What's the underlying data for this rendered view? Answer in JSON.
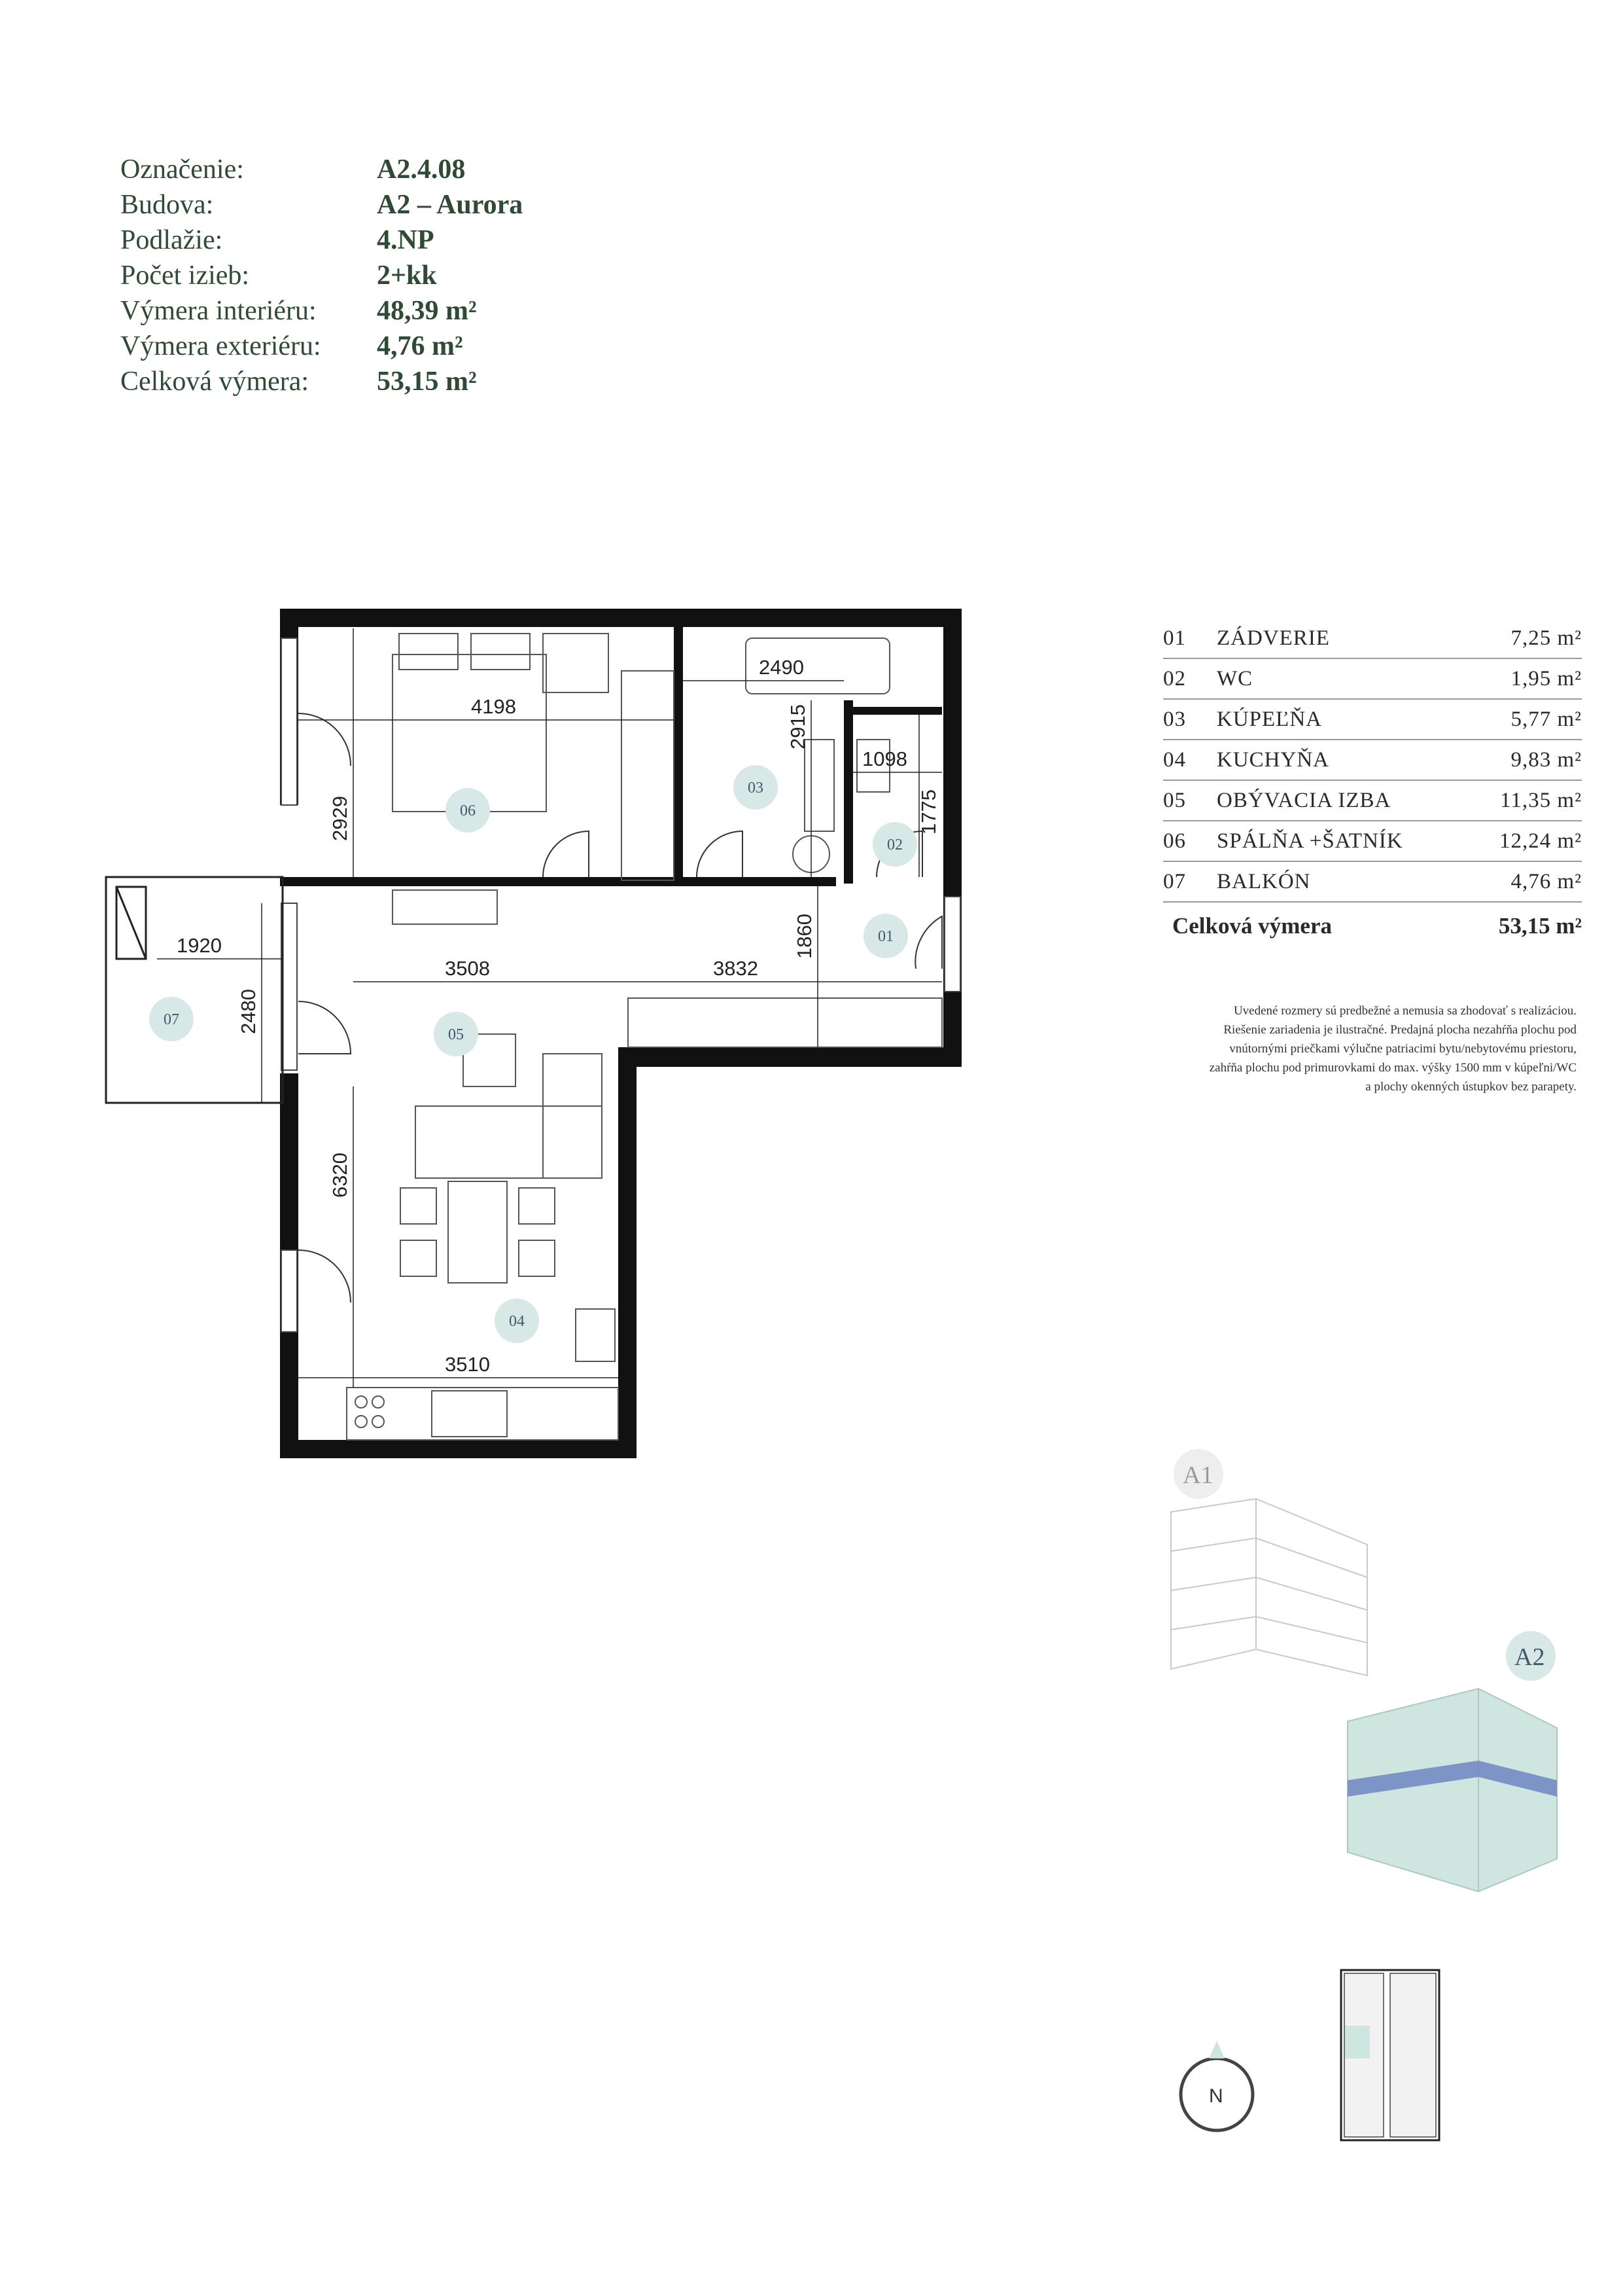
{
  "info": {
    "rows": [
      {
        "label": "Označenie:",
        "value": "A2.4.08"
      },
      {
        "label": "Budova:",
        "value": "A2 – Aurora"
      },
      {
        "label": "Podlažie:",
        "value": "4.NP"
      },
      {
        "label": "Počet izieb:",
        "value": "2+kk"
      },
      {
        "label": "Výmera interiéru:",
        "value": "48,39 m²"
      },
      {
        "label": "Výmera exteriéru:",
        "value": "4,76 m²"
      },
      {
        "label": "Celková výmera:",
        "value": "53,15 m²"
      }
    ]
  },
  "rooms": {
    "items": [
      {
        "num": "01",
        "name": "ZÁDVERIE",
        "area": "7,25 m²"
      },
      {
        "num": "02",
        "name": "WC",
        "area": "1,95 m²"
      },
      {
        "num": "03",
        "name": "KÚPEĽŇA",
        "area": "5,77 m²"
      },
      {
        "num": "04",
        "name": "KUCHYŇA",
        "area": "9,83 m²"
      },
      {
        "num": "05",
        "name": "OBÝVACIA IZBA",
        "area": "11,35 m²"
      },
      {
        "num": "06",
        "name": "SPÁLŇA +ŠATNÍK",
        "area": "12,24 m²"
      },
      {
        "num": "07",
        "name": "BALKÓN",
        "area": "4,76 m²"
      }
    ],
    "total_label": "Celková výmera",
    "total_value": "53,15 m²"
  },
  "note": {
    "lines": [
      "Uvedené rozmery sú predbežné a nemusia sa zhodovať s realizáciou.",
      "Riešenie zariadenia je ilustračné. Predajná plocha nezahŕňa plochu pod",
      "vnútornými priečkami výlučne patriacimi bytu/nebytovému priestoru,",
      "zahŕňa plochu pod primurovkami do max. výšky 1500 mm v kúpeľni/WC",
      "a plochy okenných ústupkov bez parapety."
    ]
  },
  "plan": {
    "dimensions": {
      "bed_width": "4198",
      "bed_depth": "2929",
      "bath_width": "2490",
      "bath_depth": "2915",
      "wc_width": "1098",
      "wc_depth": "1775",
      "balcony_width": "1920",
      "balcony_depth": "2480",
      "living_width": "3508",
      "hall_width": "3832",
      "hall_depth": "1860",
      "living_depth": "6320",
      "kitchen_width": "3510"
    },
    "room_labels": {
      "r01": "01",
      "r02": "02",
      "r03": "03",
      "r04": "04",
      "r05": "05",
      "r06": "06",
      "r07": "07"
    }
  },
  "buildings": {
    "a1": "A1",
    "a2": "A2",
    "compass": "N"
  },
  "colors": {
    "accent_green": "#2f4a35",
    "room_circle": "#d7e8e6",
    "highlight_floor": "#6f87c2",
    "building_tint": "#cfe5df"
  }
}
